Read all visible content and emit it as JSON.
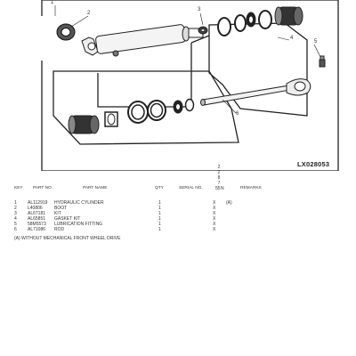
{
  "callouts": [
    "1",
    "2",
    "3",
    "4",
    "5",
    "6"
  ],
  "reference_code": "LX028053",
  "serial_header_chars": [
    "2",
    "2",
    "8",
    "7",
    "5",
    "5",
    "N"
  ],
  "headers": {
    "key": "KEY",
    "part_no": "PART NO.",
    "part_name": "PART NAME",
    "qty": "QTY",
    "serial_no": "SERIAL NO.",
    "remarks": "REMARKS"
  },
  "parts": [
    {
      "key": "1",
      "part_no": "AL112919",
      "name": "HYDRAULIC CYLINDER",
      "qty": "1",
      "x": "X",
      "remarks": "(A)"
    },
    {
      "key": "2",
      "part_no": "L40806",
      "name": "BOOT",
      "qty": "1",
      "x": "X",
      "remarks": ""
    },
    {
      "key": "3",
      "part_no": "AL67181",
      "name": "KIT",
      "qty": "1",
      "x": "X",
      "remarks": ""
    },
    {
      "key": "4",
      "part_no": "AL65851",
      "name": "GASKET KIT",
      "qty": "1",
      "x": "X",
      "remarks": ""
    },
    {
      "key": "5",
      "part_no": "58M5573",
      "name": "LUBRICATION FITTING",
      "qty": "1",
      "x": "X",
      "remarks": ""
    },
    {
      "key": "6",
      "part_no": "AL71086",
      "name": "ROD",
      "qty": "1",
      "x": "X",
      "remarks": ""
    }
  ],
  "footnote": "(A) WITHOUT MECHANICAL FRONT WHEEL DRIVE"
}
